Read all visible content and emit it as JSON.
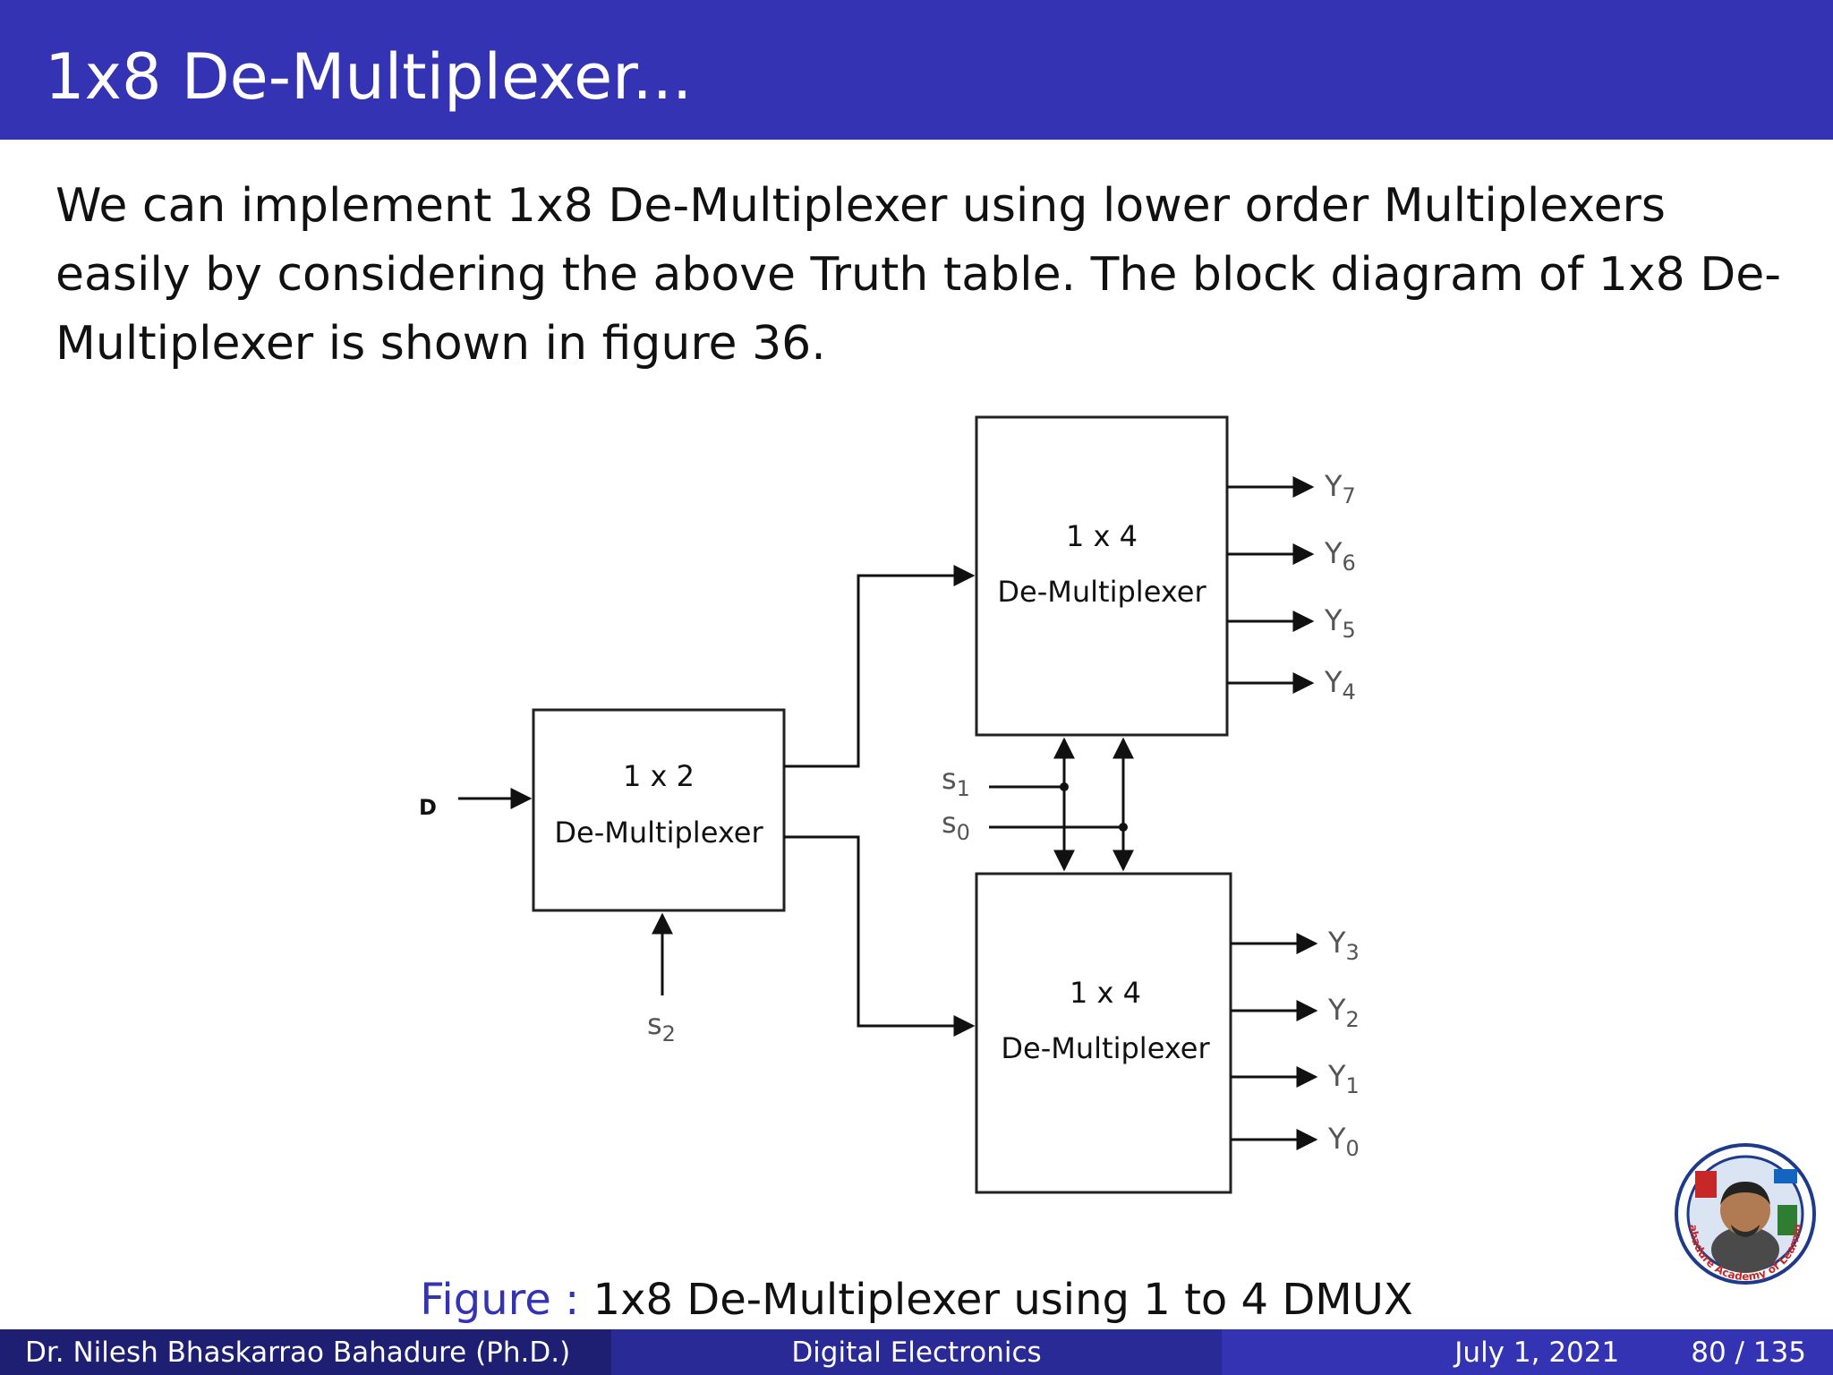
{
  "slide": {
    "title": "1x8 De-Multiplexer...",
    "paragraph": "We can implement 1x8 De-Multiplexer using lower order Multiplexers easily by considering the above Truth table.  The block diagram of 1x8 De-Multiplexer is shown in figure 36."
  },
  "diagram": {
    "input_label": "D",
    "select_s2": "s",
    "select_s2_sub": "2",
    "select_s1": "s",
    "select_s1_sub": "1",
    "select_s0": "s",
    "select_s0_sub": "0",
    "demux_1x2": {
      "line1": "1 x 2",
      "line2": "De-Multiplexer"
    },
    "demux_top": {
      "line1": "1 x 4",
      "line2": "De-Multiplexer"
    },
    "demux_bottom": {
      "line1": "1 x 4",
      "line2": "De-Multiplexer"
    },
    "output_letter": "Y",
    "outputs_top": [
      "7",
      "6",
      "5",
      "4"
    ],
    "outputs_bottom": [
      "3",
      "2",
      "1",
      "0"
    ]
  },
  "caption": {
    "label": "Figure :",
    "text": "1x8 De-Multiplexer using 1 to 4 DMUX"
  },
  "footer": {
    "author": "Dr. Nilesh Bhaskarrao Bahadure  (Ph.D.)",
    "course": "Digital Electronics",
    "date": "July 1, 2021",
    "page": "80 / 135"
  },
  "logo": {
    "text": "Bahadure Academy of Learning"
  },
  "colors": {
    "header": "#3333b3",
    "footer_left": "#1e1e73",
    "footer_mid": "#2a2a96",
    "footer_right": "#3333b3",
    "caption_label": "#3333b3"
  }
}
